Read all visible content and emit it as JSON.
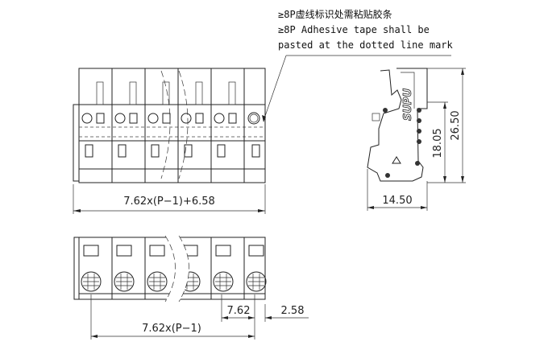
{
  "note": {
    "line_cn": "≥8P虚线标识处需粘贴胶条",
    "line_en_1": "≥8P Adhesive tape shall be",
    "line_en_2": "pasted at the dotted line mark"
  },
  "front_view": {
    "width_dim": "7.62x(P−1)+6.58"
  },
  "side_view": {
    "brand": "SUPU",
    "width_dim": "14.50",
    "height_dim_inner": "18.05",
    "height_dim_total": "26.50"
  },
  "bottom_view": {
    "pitch_dim": "7.62",
    "edge_dim": "2.58",
    "span_dim": "7.62x(P−1)"
  }
}
